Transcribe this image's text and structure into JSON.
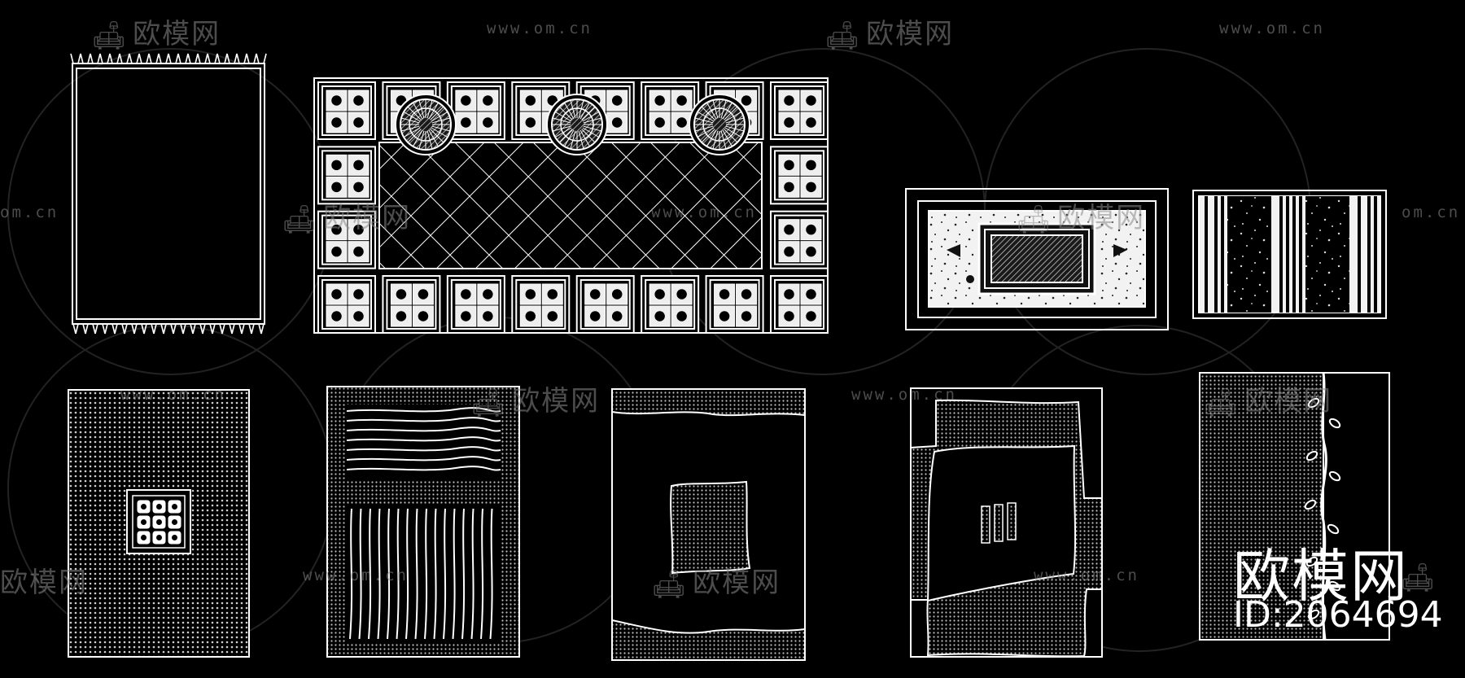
{
  "watermark": {
    "brand": "欧模网",
    "url": "www.om.cn",
    "url_partial": "om.cn",
    "brand_partial": "欧模网"
  },
  "stamp": {
    "brand": "欧模网",
    "id": "ID:2064694"
  },
  "colors": {
    "background": "#000000",
    "line": "#ffffff",
    "watermark": "#8a8a8a"
  },
  "drawings": [
    {
      "name": "fringed-rug"
    },
    {
      "name": "tiled-medallion-rug"
    },
    {
      "name": "speckled-framed-rug"
    },
    {
      "name": "striped-speckled-rug"
    },
    {
      "name": "dotted-rug-with-center-grid"
    },
    {
      "name": "wavy-stripe-rug"
    },
    {
      "name": "torn-band-rug"
    },
    {
      "name": "torn-frame-rug"
    },
    {
      "name": "vine-split-rug"
    }
  ]
}
